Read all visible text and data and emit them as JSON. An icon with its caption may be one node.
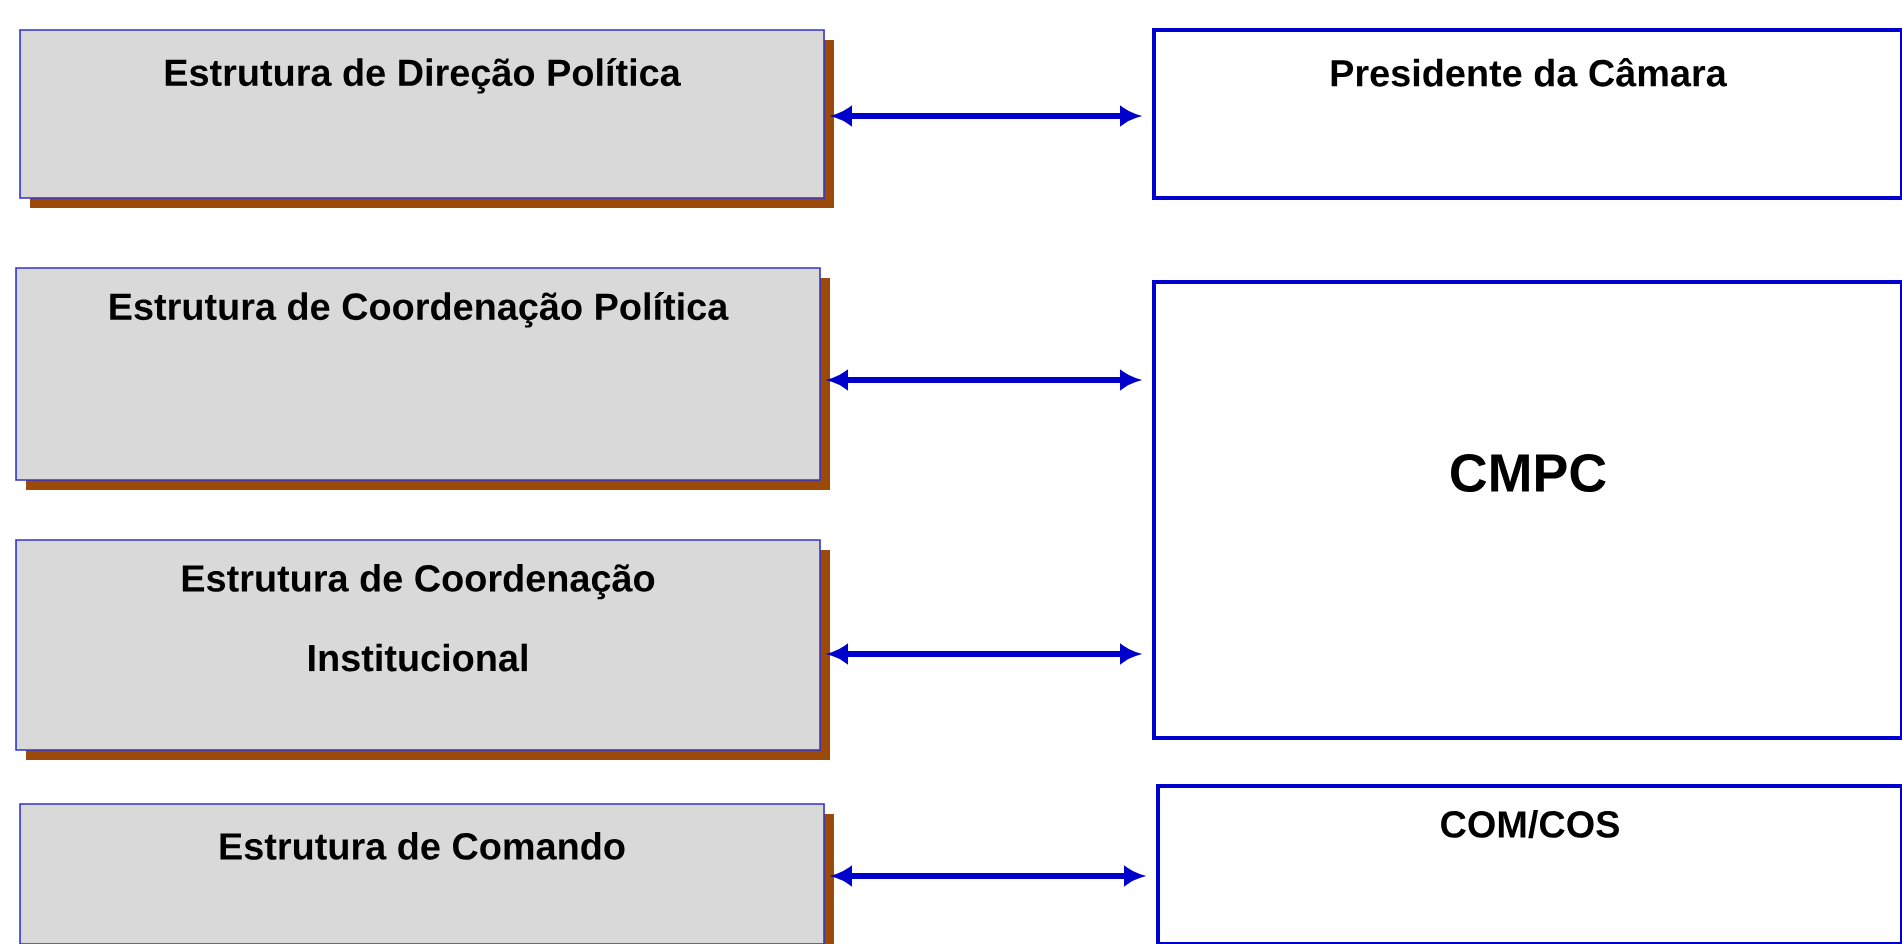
{
  "diagram": {
    "nodes": [
      {
        "text": [
          "Estrutura de Direção Política"
        ]
      },
      {
        "text": [
          "Presidente da Câmara"
        ]
      },
      {
        "text": [
          "Estrutura de Coordenação Política"
        ]
      },
      {
        "text": [
          "CMPC"
        ]
      },
      {
        "text": [
          "Estrutura de Coordenação Institucional"
        ]
      },
      {
        "text": [
          "Estrutura de Comando"
        ]
      },
      {
        "text": [
          "COM/COS"
        ]
      }
    ],
    "edges": [
      {
        "from": 0,
        "to": 1,
        "arrow": "both"
      },
      {
        "from": 2,
        "to": 3,
        "arrow": "both"
      },
      {
        "from": 4,
        "to": 3,
        "arrow": "both"
      },
      {
        "from": 5,
        "to": 6,
        "arrow": "both"
      }
    ]
  }
}
